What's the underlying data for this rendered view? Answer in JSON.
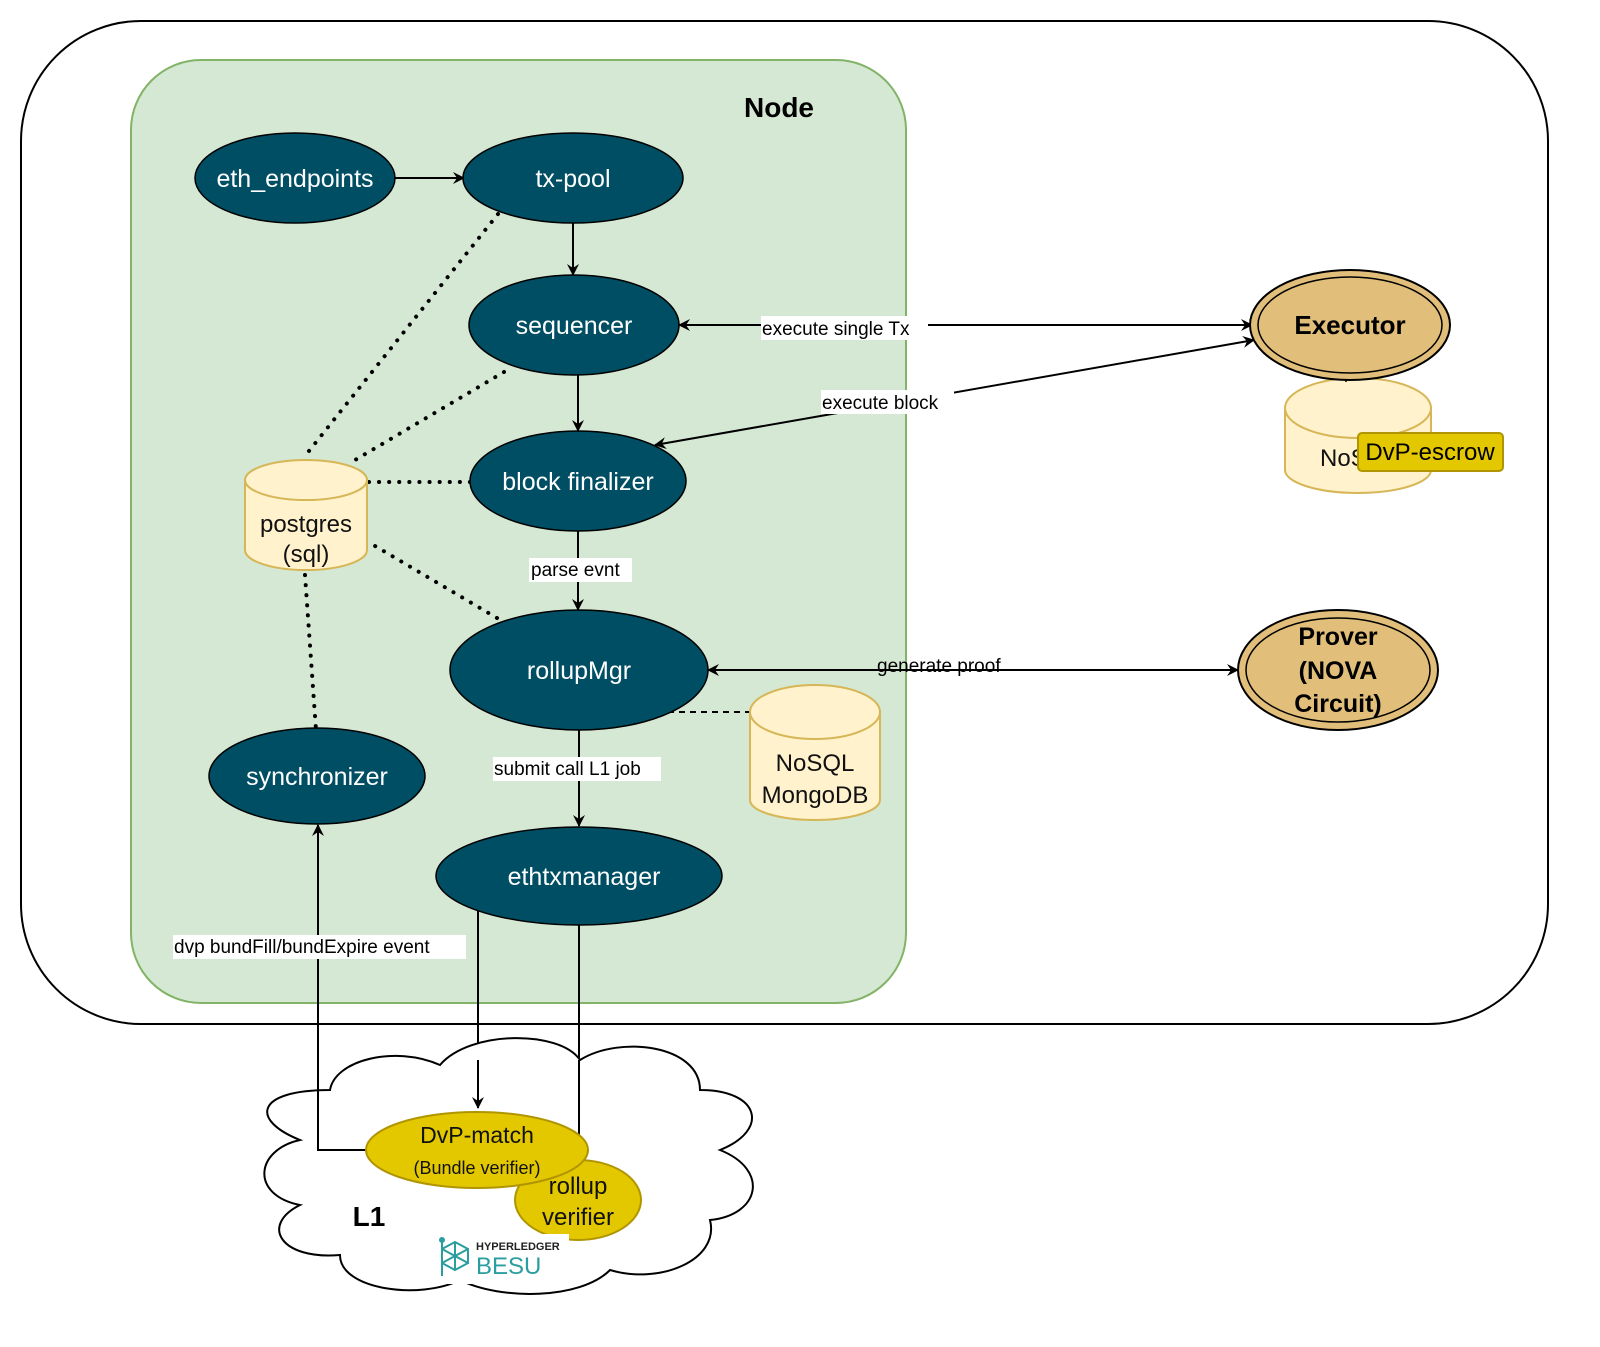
{
  "containers": {
    "node_title": "Node",
    "l1_title": "L1"
  },
  "nodes": {
    "eth_endpoints": "eth_endpoints",
    "tx_pool": "tx-pool",
    "sequencer": "sequencer",
    "block_finalizer": "block finalizer",
    "rollup_mgr": "rollupMgr",
    "synchronizer": "synchronizer",
    "ethtxmanager": "ethtxmanager"
  },
  "databases": {
    "postgres": [
      "postgres",
      "(sql)"
    ],
    "mongodb": [
      "NoSQL",
      "MongoDB"
    ],
    "executor_db": "NoSQL"
  },
  "external": {
    "executor": "Executor",
    "prover": [
      "Prover",
      "(NOVA",
      "Circuit)"
    ],
    "dvp_escrow": "DvP-escrow"
  },
  "l1": {
    "dvp_match": "DvP-match",
    "bundle_verifier": "(Bundle verifier)",
    "rollup_verifier": [
      "rollup",
      "verifier"
    ],
    "logo_top": "HYPERLEDGER",
    "logo_bottom": "BESU"
  },
  "edges": {
    "execute_single_tx": "execute single Tx",
    "execute_block": "execute block",
    "parse_evnt": "parse evnt",
    "generate_proof": "generate proof",
    "submit_call_l1_job": "submit call L1 job",
    "dvp_event": "dvp bundFill/bundExpire event"
  },
  "colors": {
    "node_fill": "#004E63",
    "node_container_fill": "#D5E8D4",
    "node_container_stroke": "#82B366",
    "db_fill": "#FFF2CC",
    "db_stroke": "#D6B656",
    "external_fill": "#E1BE7A",
    "l1_contract_fill": "#E3C800",
    "l1_contract_stroke": "#B09500",
    "besu_teal": "#2A9D9F"
  }
}
